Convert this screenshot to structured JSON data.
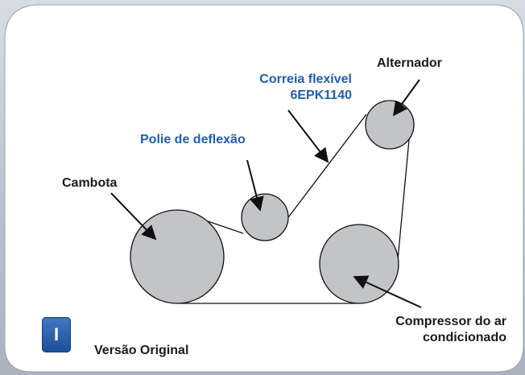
{
  "labels": {
    "cambota": "Cambota",
    "polie": "Polie de deflexão",
    "correia_line1": "Correia flexível",
    "correia_line2": "6EPK1140",
    "alternador": "Alternador",
    "compressor_line1": "Compressor do ar",
    "compressor_line2": "condicionado",
    "versao": "Versão Original"
  },
  "badge": {
    "text": "I"
  },
  "colors": {
    "pulley_fill": "#c2c4c7",
    "outline": "#111111",
    "label_blue": "#1f5fb0",
    "panel_white": "#ffffff",
    "badge_blue": "#2a62b0"
  }
}
